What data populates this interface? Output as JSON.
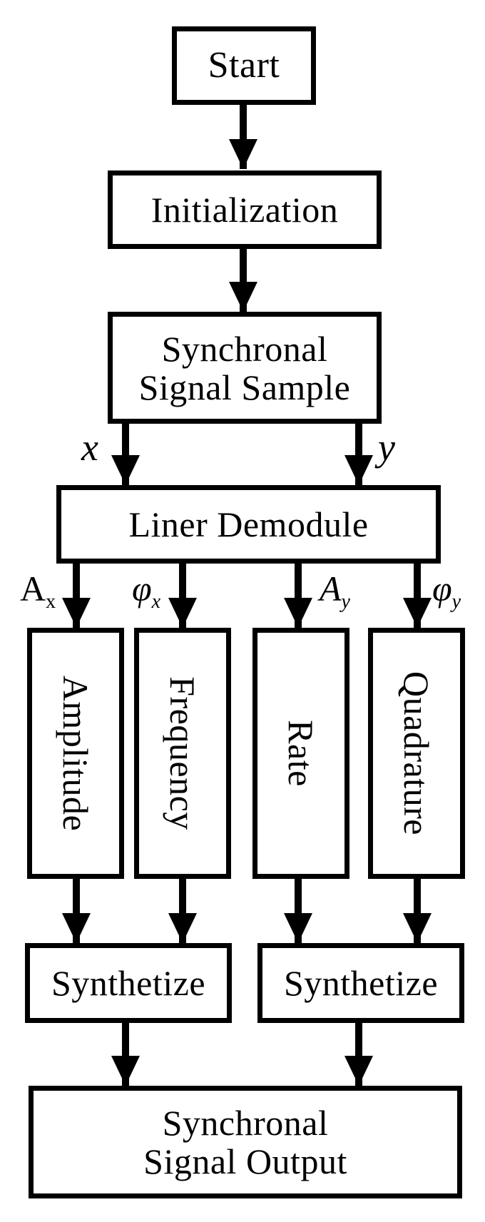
{
  "nodes": {
    "start": "Start",
    "initialization": "Initialization",
    "sample_line1": "Synchronal",
    "sample_line2": "Signal Sample",
    "demodule": "Liner Demodule",
    "amplitude": "Amplitude",
    "frequency": "Frequency",
    "rate": "Rate",
    "quadrature": "Quadrature",
    "synth_left": "Synthetize",
    "synth_right": "Synthetize",
    "output_line1": "Synchronal",
    "output_line2": "Signal Output"
  },
  "edge_labels": {
    "x": "x",
    "y": "y",
    "ax_main": "A",
    "ax_sub": "x",
    "phix_main": "φ",
    "phix_sub": "x",
    "ay_main": "A",
    "ay_sub": "y",
    "phiy_main": "φ",
    "phiy_sub": "y"
  }
}
